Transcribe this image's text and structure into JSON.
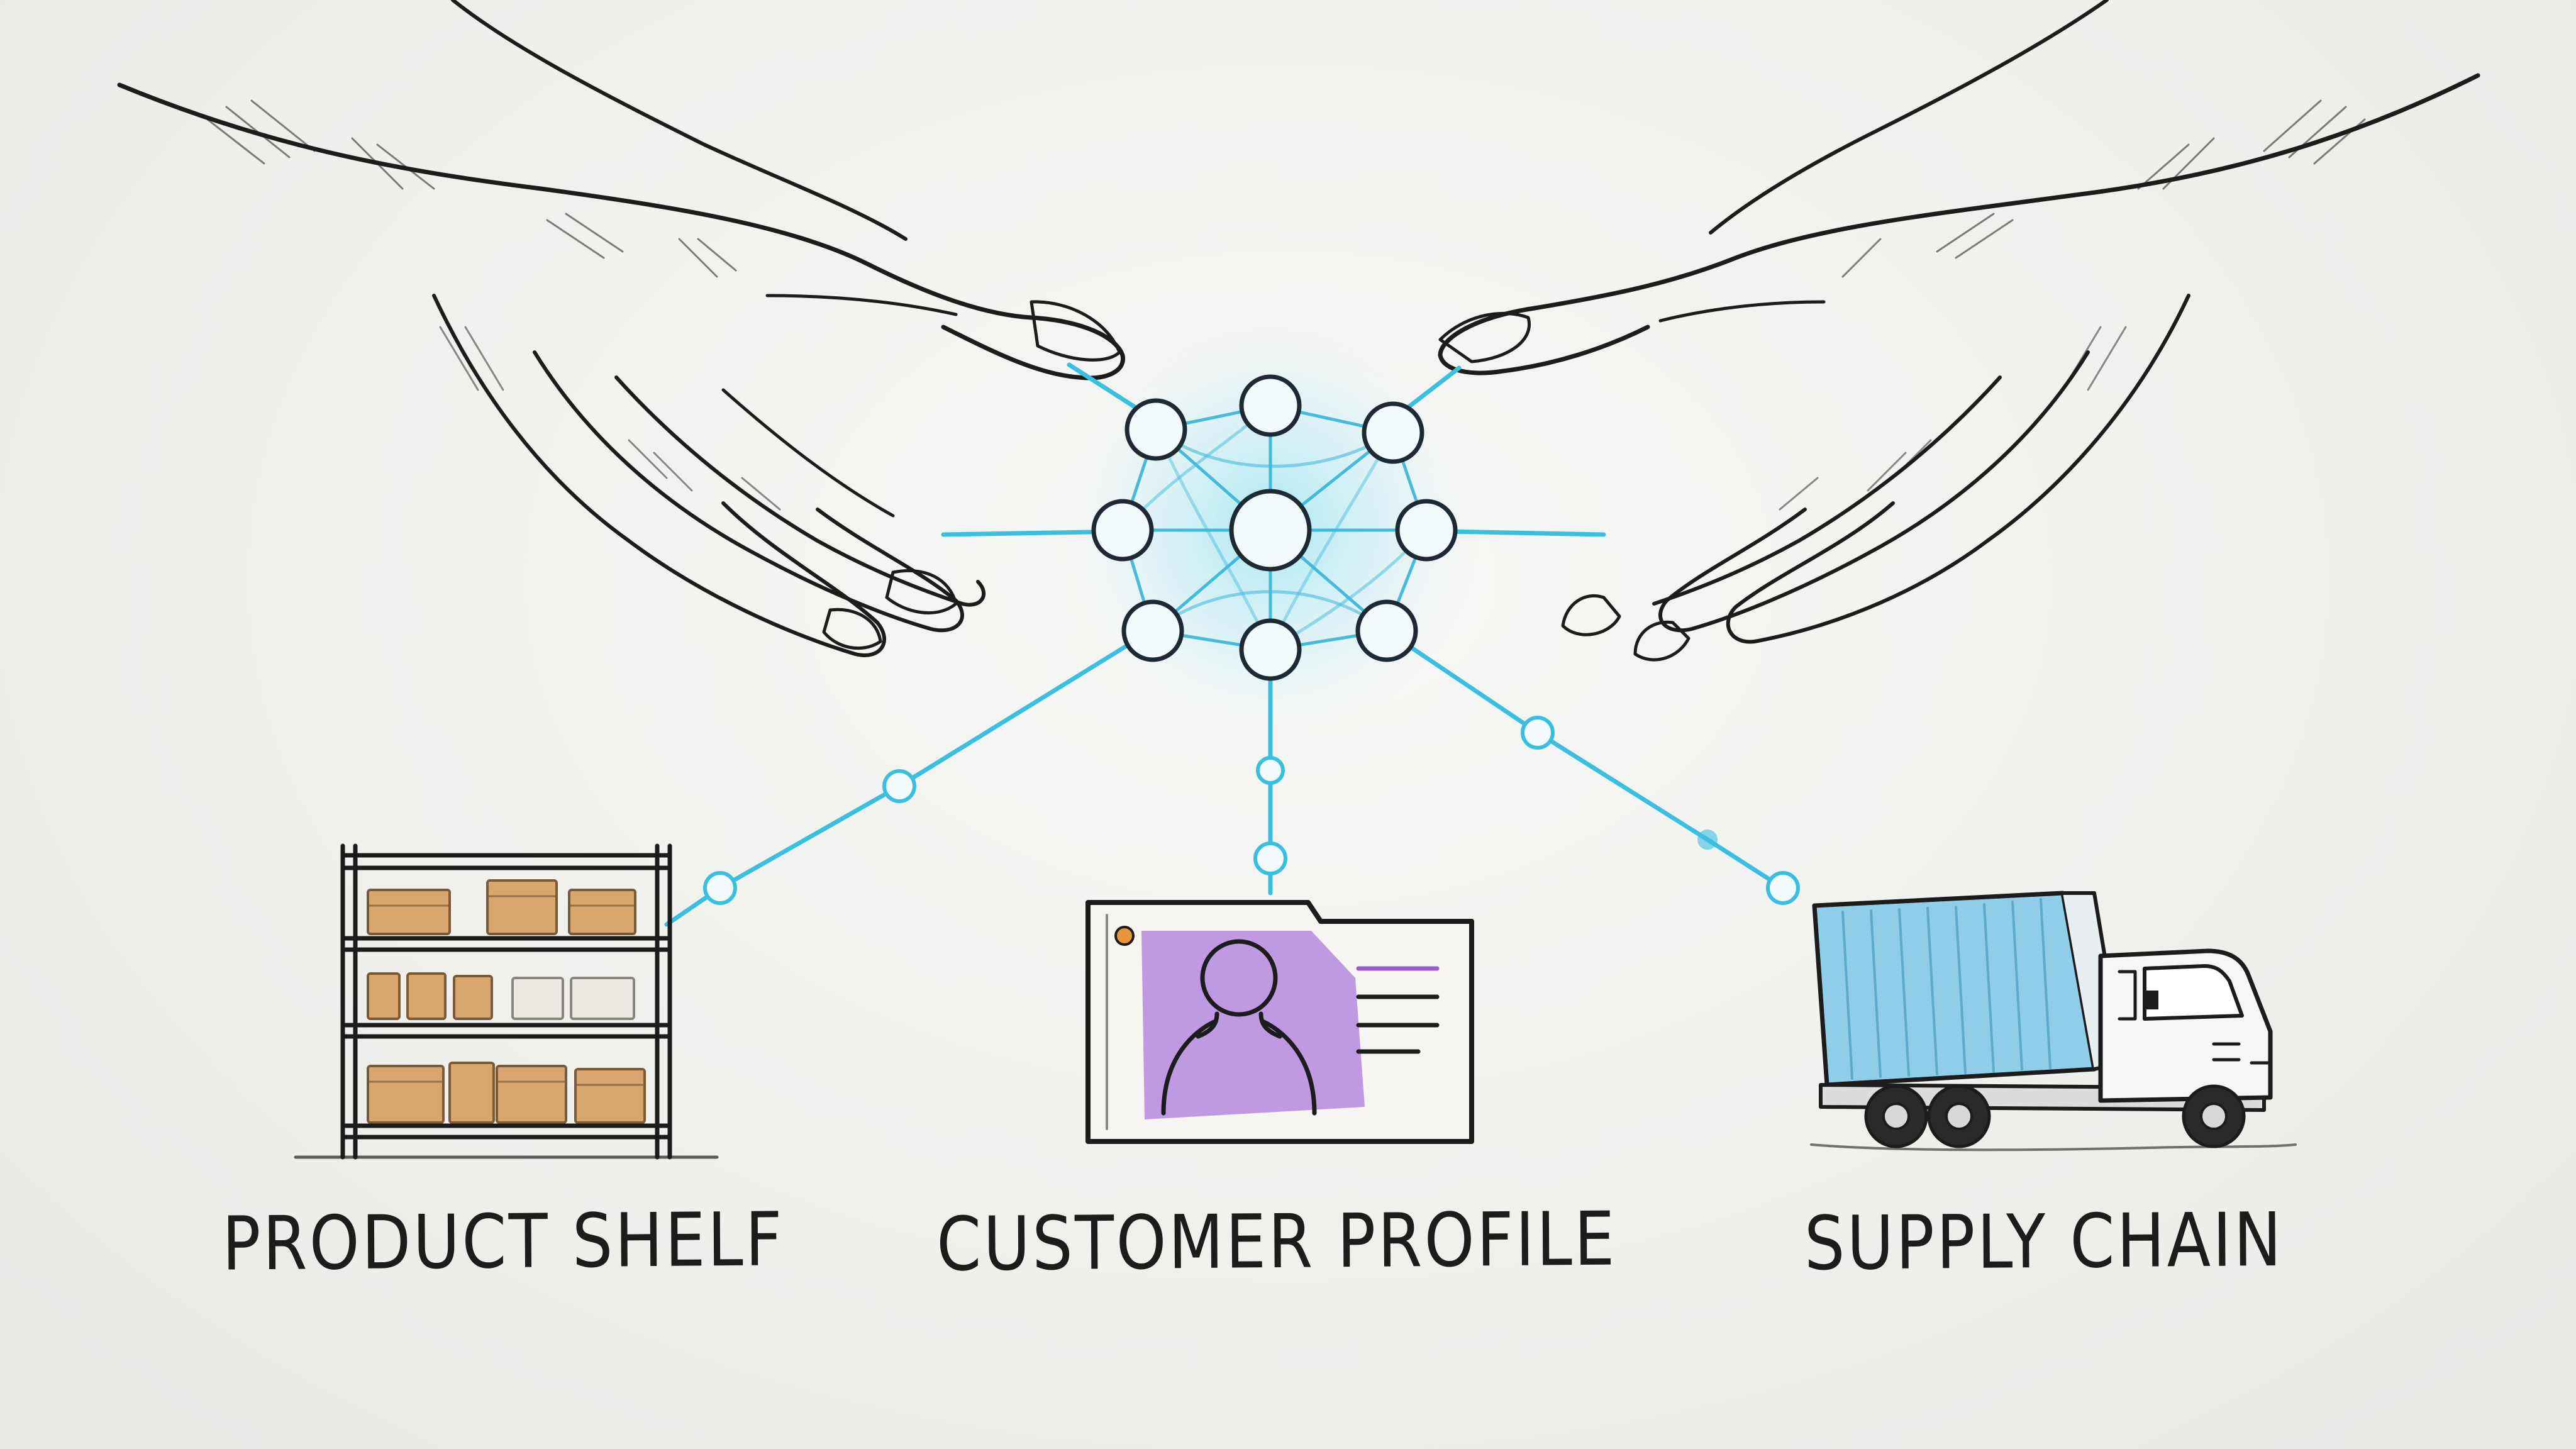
{
  "labels": {
    "product_shelf": "PRODUCT SHELF",
    "customer_profile": "CUSTOMER PROFILE",
    "supply_chain": "SUPPLY CHAIN"
  },
  "colors": {
    "background": "#f1f1ef",
    "ink": "#1c1c1c",
    "connector": "#3bbfe0",
    "glow": "#9fe4f5",
    "box": "#d9a66f",
    "profile_fill": "#b98fe0",
    "profile_accent": "#9b59d6",
    "truck_container": "#8fcde8",
    "status_dot": "#e8953a"
  },
  "icons": [
    "left-hand-icon",
    "right-hand-icon",
    "network-hub-icon",
    "shelf-icon",
    "profile-card-icon",
    "truck-icon"
  ]
}
